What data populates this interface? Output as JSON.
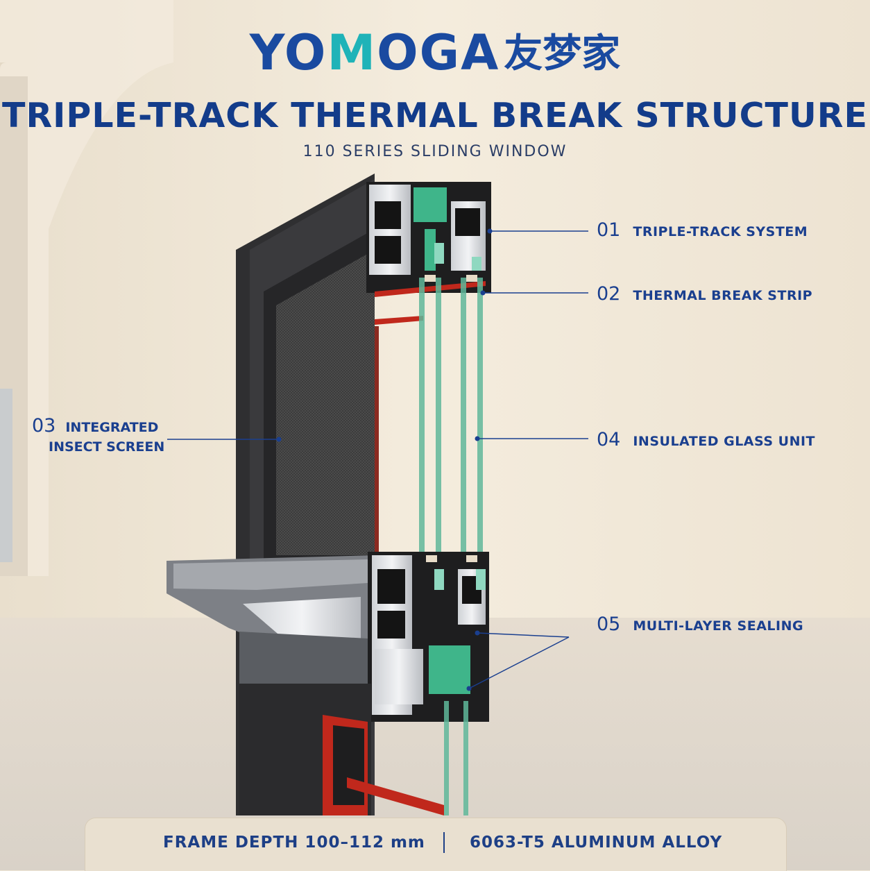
{
  "brand": {
    "name_left": "YO",
    "name_m": "M",
    "name_right": "OGA",
    "name_cn": "友梦家"
  },
  "title": "TRIPLE-TRACK THERMAL BREAK STRUCTURE",
  "subtitle": "110 SERIES SLIDING WINDOW",
  "callouts": [
    {
      "num": "01",
      "text": "TRIPLE-TRACK SYSTEM"
    },
    {
      "num": "02",
      "text": "THERMAL BREAK STRIP"
    },
    {
      "num": "03",
      "text_line1": "INTEGRATED",
      "text_line2": "INSECT SCREEN"
    },
    {
      "num": "04",
      "text": "INSULATED GLASS UNIT"
    },
    {
      "num": "05",
      "text": "MULTI-LAYER SEALING"
    }
  ],
  "footer": {
    "spec_left": "FRAME DEPTH 100–112 mm",
    "spec_right": "6063-T5 ALUMINUM ALLOY"
  },
  "colors": {
    "brand_blue": "#1a4aa0",
    "brand_teal": "#1fb3b8",
    "thermal_green": "#3fb58a",
    "frame_dark": "#2b2b2b",
    "accent_red": "#c0281c"
  }
}
